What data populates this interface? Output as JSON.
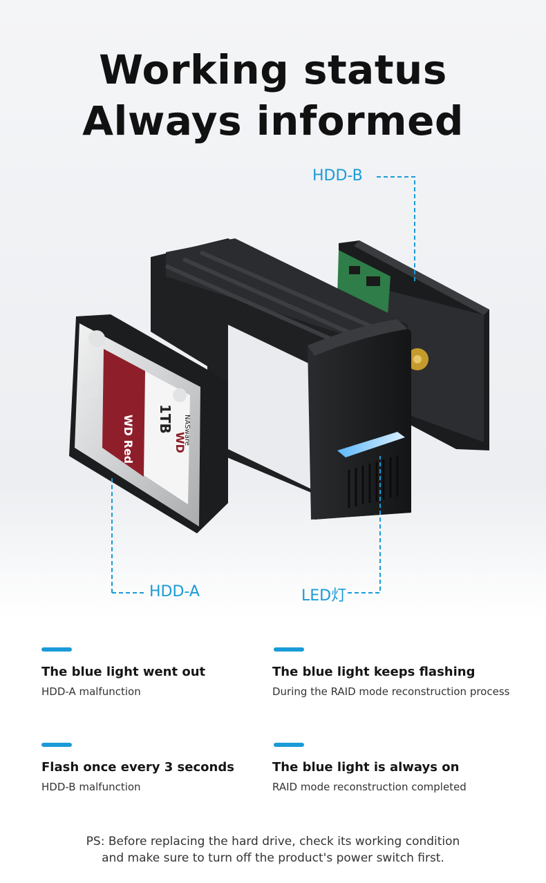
{
  "header": {
    "line1": "Working status",
    "line2": "Always informed"
  },
  "callouts": {
    "hdd_b": "HDD-B",
    "hdd_a": "HDD-A",
    "led": "LED灯"
  },
  "product_label": {
    "brand": "WD",
    "capacity": "1TB",
    "line": "NASware",
    "red": "WD Red"
  },
  "statuses": [
    {
      "title": "The blue light went out",
      "desc": "HDD-A malfunction"
    },
    {
      "title": "The blue light keeps flashing",
      "desc": "During the RAID mode reconstruction process"
    },
    {
      "title": "Flash once every 3 seconds",
      "desc": "HDD-B malfunction"
    },
    {
      "title": "The blue light is always on",
      "desc": "RAID mode reconstruction completed"
    }
  ],
  "footer": {
    "line1": "PS: Before replacing the hard drive, check its working condition",
    "line2": "and make sure to turn off the product's power switch first."
  },
  "colors": {
    "accent": "#1a9bd7",
    "enclosure": "#1e1f21",
    "drive_label_red": "#8e1f2a"
  }
}
